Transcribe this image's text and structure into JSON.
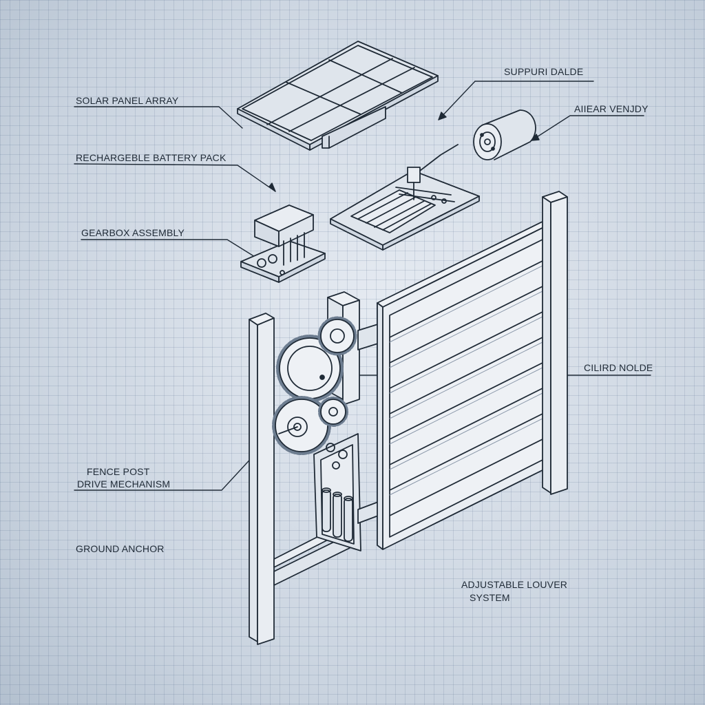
{
  "labels": {
    "solar_panel_array": "SOLAR PANEL ARRAY",
    "suppuri_dalde": "SUPPURI DALDE",
    "aiiear_venjdy": "AIIEAR VENJDY",
    "rechargeable_battery_pack": "RECHARGEBLE BATTERY PACK",
    "gearbox_assembly": "GEARBOX ASSEMBLY",
    "cilird_nolde": "CILIRD NOLDE",
    "fence_post": "FENCE POST",
    "drive_mechanism": "DRIVE MECHANISM",
    "ground_anchor": "GROUND ANCHOR",
    "adjustable_louver_line1": "ADJUSTABLE LOUVER",
    "adjustable_louver_line2": "SYSTEM"
  }
}
